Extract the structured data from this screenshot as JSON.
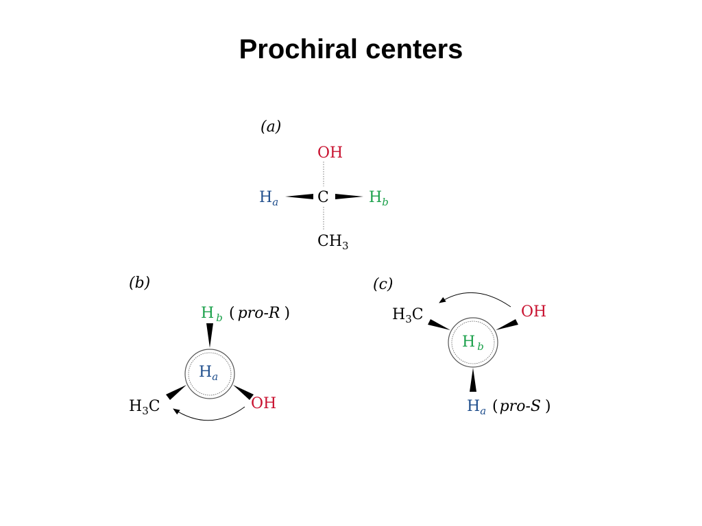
{
  "title": "Prochiral centers",
  "colors": {
    "oh": "#c8102e",
    "ha": "#1f4e8c",
    "hb": "#1aa04a",
    "ink": "#000000"
  },
  "panel_a": {
    "label": "(a)",
    "top": {
      "text": "OH"
    },
    "center": {
      "text": "C"
    },
    "left": {
      "main": "H",
      "sub": "a"
    },
    "right": {
      "main": "H",
      "sub": "b"
    },
    "bottom": {
      "main": "CH",
      "sub": "3"
    }
  },
  "panel_b": {
    "label": "(b)",
    "top": {
      "main": "H",
      "sub": "b",
      "open": "(",
      "note": "pro-R",
      "close": ")"
    },
    "center": {
      "main": "H",
      "sub": "a"
    },
    "left": {
      "pre": "H",
      "sub": "3",
      "post": "C"
    },
    "right": {
      "text": "OH"
    }
  },
  "panel_c": {
    "label": "(c)",
    "left": {
      "pre": "H",
      "sub": "3",
      "post": "C"
    },
    "right": {
      "text": "OH"
    },
    "center": {
      "main": "H",
      "sub": "b"
    },
    "bottom": {
      "main": "H",
      "sub": "a",
      "open": "(",
      "note": "pro-S",
      "close": ")"
    }
  }
}
